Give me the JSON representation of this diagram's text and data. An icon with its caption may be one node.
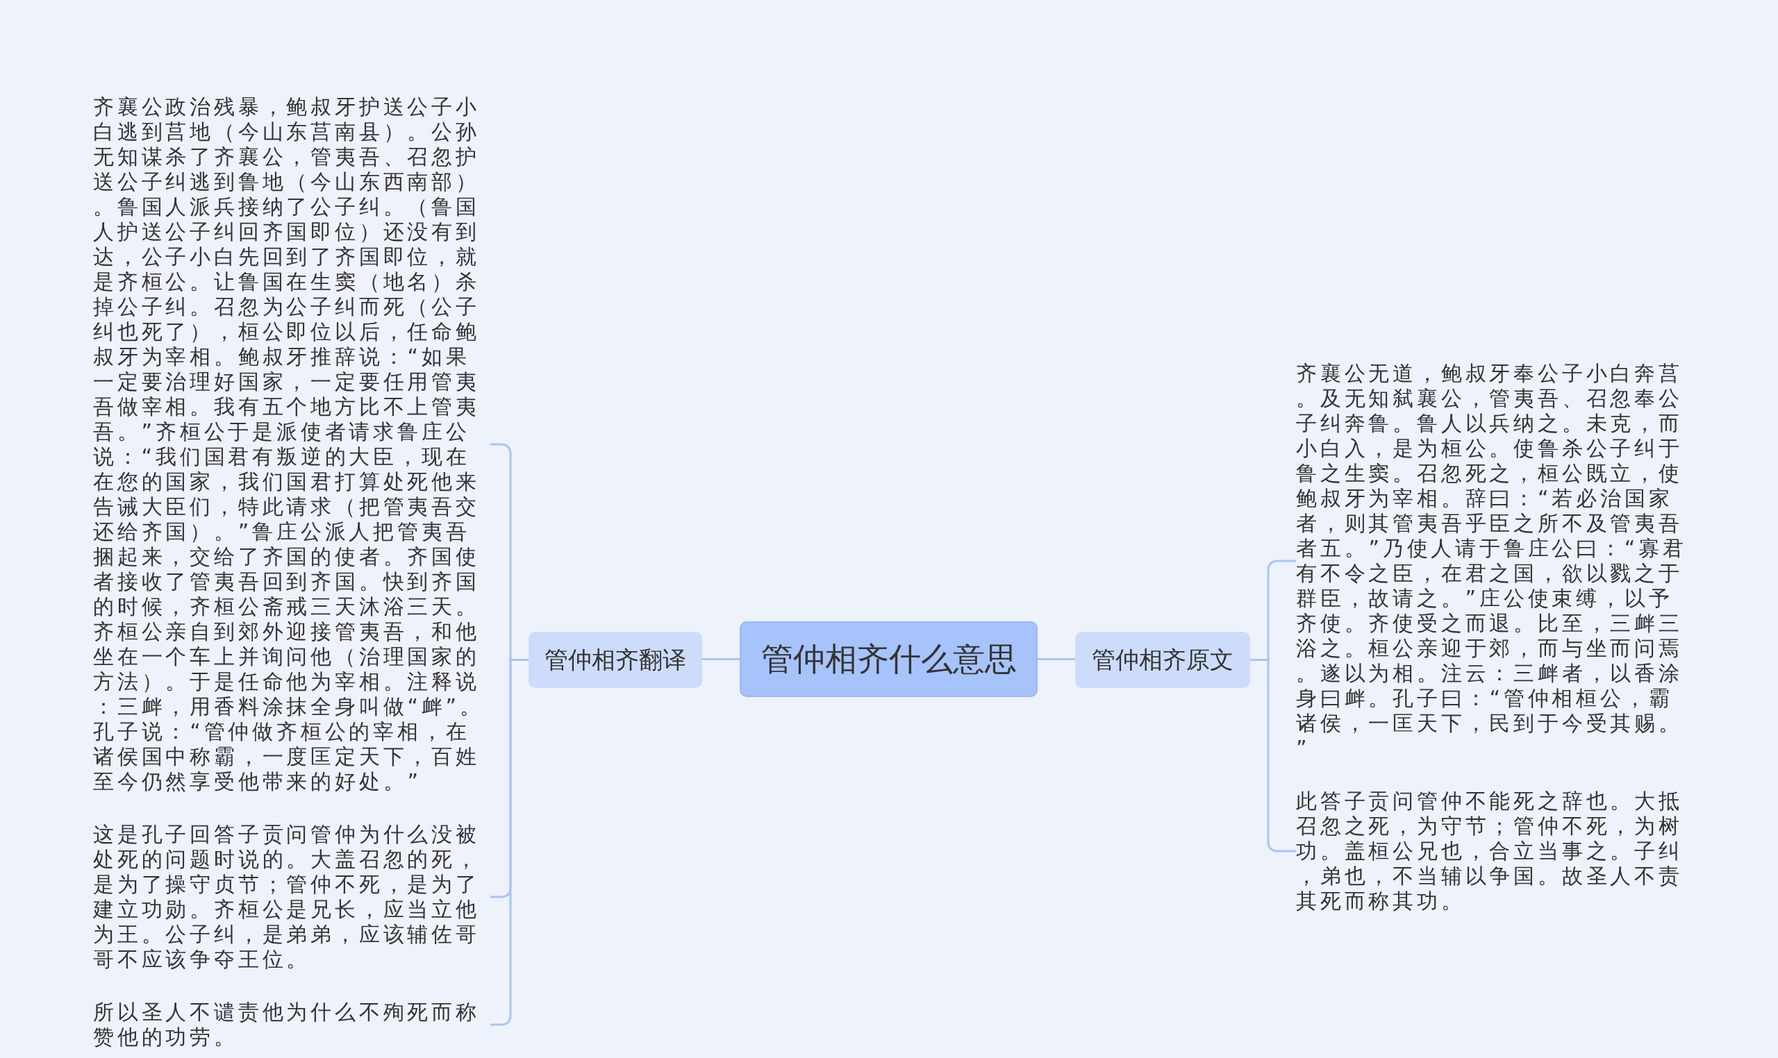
{
  "diagram": {
    "nodes": [
      {
        "text": [
          "管仲相齐什么意思"
        ]
      },
      {
        "text": [
          "管仲相齐翻译"
        ]
      },
      {
        "text": [
          "管仲相齐原文"
        ]
      },
      {
        "text": [
          "齐襄公政治残暴，鲍叔牙护送公子小白逃到莒地（今山东莒南县）。公孙无知谋杀了齐襄公，管夷吾、召忽护送公子纠逃到鲁地（今山东西南部）。鲁国人派兵接纳了公子纠。（鲁国人护送公子纠回齐国即位）还没有到达，公子小白先回到了齐国即位，就是齐桓公。让鲁国在生窦（地名）杀掉公子纠。召忽为公子纠而死（公子纠也死了），桓公即位以后，任命鲍叔牙为宰相。鲍叔牙推辞说：“如果一定要治理好国家，一定要任用管夷吾做宰相。我有五个地方比不上管夷吾。”齐桓公于是派使者请求鲁庄公说：“我们国君有叛逆的大臣，现在在您的国家，我们国君打算处死他来告诫大臣们，特此请求（把管夷吾交还给齐国）。”鲁庄公派人把管夷吾捆起来，交给了齐国的使者。齐国使者接收了管夷吾回到齐国。快到齐国的时候，齐桓公斋戒三天沐浴三天。齐桓公亲自到郊外迎接管夷吾，和他坐在一个车上并询问他（治理国家的方法）。于是任命他为宰相。注释说：三衅，用香料涂抹全身叫做“衅”。孔子说：“管仲做齐桓公的宰相，在诸侯国中称霸，一度匡定天下，百姓至今仍然享受他带来的好处。”"
        ]
      },
      {
        "text": [
          "这是孔子回答子贡问管仲为什么没被处死的问题时说的。大盖召忽的死，是为了操守贞节；管仲不死，是为了建立功勋。齐桓公是兄长，应当立他为王。公子纠，是弟弟，应该辅佐哥哥不应该争夺王位。"
        ]
      },
      {
        "text": [
          "所以圣人不谴责他为什么不殉死而称赞他的功劳。"
        ]
      },
      {
        "text": [
          "齐襄公无道，鲍叔牙奉公子小白奔莒。及无知弑襄公，管夷吾、召忽奉公子纠奔鲁。鲁人以兵纳之。未克，而小白入，是为桓公。使鲁杀公子纠于鲁之生窦。召忽死之，桓公既立，使鲍叔牙为宰相。辞曰：“若必治国家者，则其管夷吾乎臣之所不及管夷吾者五。”乃使人请于鲁庄公曰：“寡君有不令之臣，在君之国，欲以戮之于群臣，故请之。”庄公使束缚，以予齐使。齐使受之而退。比至，三衅三浴之。桓公亲迎于郊，而与坐而问焉。遂以为相。注云：三衅者，以香涂身曰衅。孔子曰：“管仲相桓公，霸诸侯，一匡天下，民到于今受其赐。”"
        ]
      },
      {
        "text": [
          "此答子贡问管仲不能死之辞也。大抵召忽之死，为守节；管仲不死，为树功。盖桓公兄也，合立当事之。子纠，弟也，不当辅以争国。故圣人不责其死而称其功。"
        ]
      }
    ],
    "edges": [
      {
        "from": 0,
        "to": 1,
        "arrow": "none"
      },
      {
        "from": 0,
        "to": 2,
        "arrow": "none"
      },
      {
        "from": 1,
        "to": 3,
        "arrow": "none"
      },
      {
        "from": 1,
        "to": 4,
        "arrow": "none"
      },
      {
        "from": 1,
        "to": 5,
        "arrow": "none"
      },
      {
        "from": 2,
        "to": 6,
        "arrow": "none"
      },
      {
        "from": 2,
        "to": 7,
        "arrow": "none"
      }
    ]
  }
}
